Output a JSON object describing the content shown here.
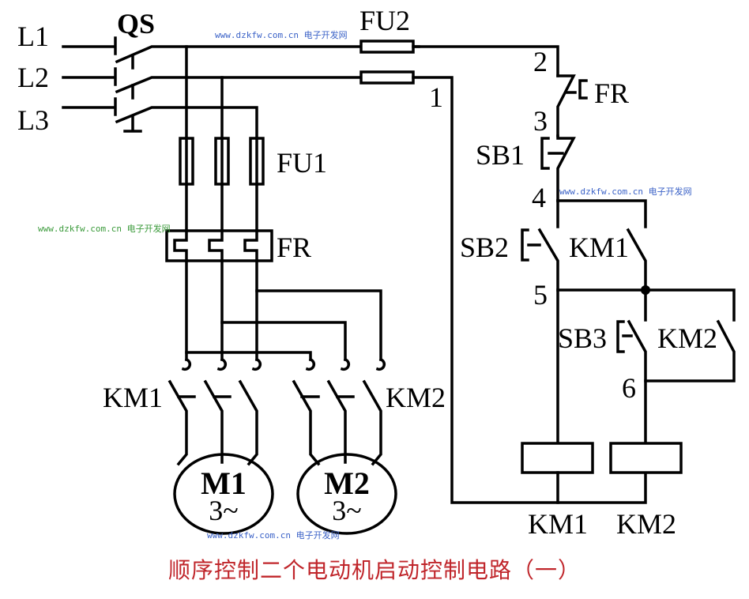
{
  "diagram": {
    "title": "顺序控制二个电动机启动控制电路（一）",
    "colors": {
      "wire": "#000000",
      "title": "#c0262b",
      "watermark_blue": "#3b62c7",
      "watermark_green": "#3a9a3a"
    },
    "watermark": "www.dzkfw.com.cn 电子开发网",
    "power_lines": [
      "L1",
      "L2",
      "L3"
    ],
    "main_circuit": {
      "isolator": "QS",
      "fuses": "FU1",
      "thermal_relay": "FR",
      "contactor_1": "KM1",
      "contactor_2": "KM2",
      "motor_1": {
        "name": "M1",
        "phase": "3~"
      },
      "motor_2": {
        "name": "M2",
        "phase": "3~"
      }
    },
    "control_circuit": {
      "fuse": "FU2",
      "thermal_contact": "FR",
      "stop_button": "SB1",
      "start_button_1": "SB2",
      "start_button_2": "SB3",
      "hold_contact_1": "KM1",
      "hold_contact_2": "KM2",
      "coil_1": "KM1",
      "coil_2": "KM2",
      "nodes": [
        "1",
        "2",
        "3",
        "4",
        "5",
        "6"
      ]
    }
  }
}
